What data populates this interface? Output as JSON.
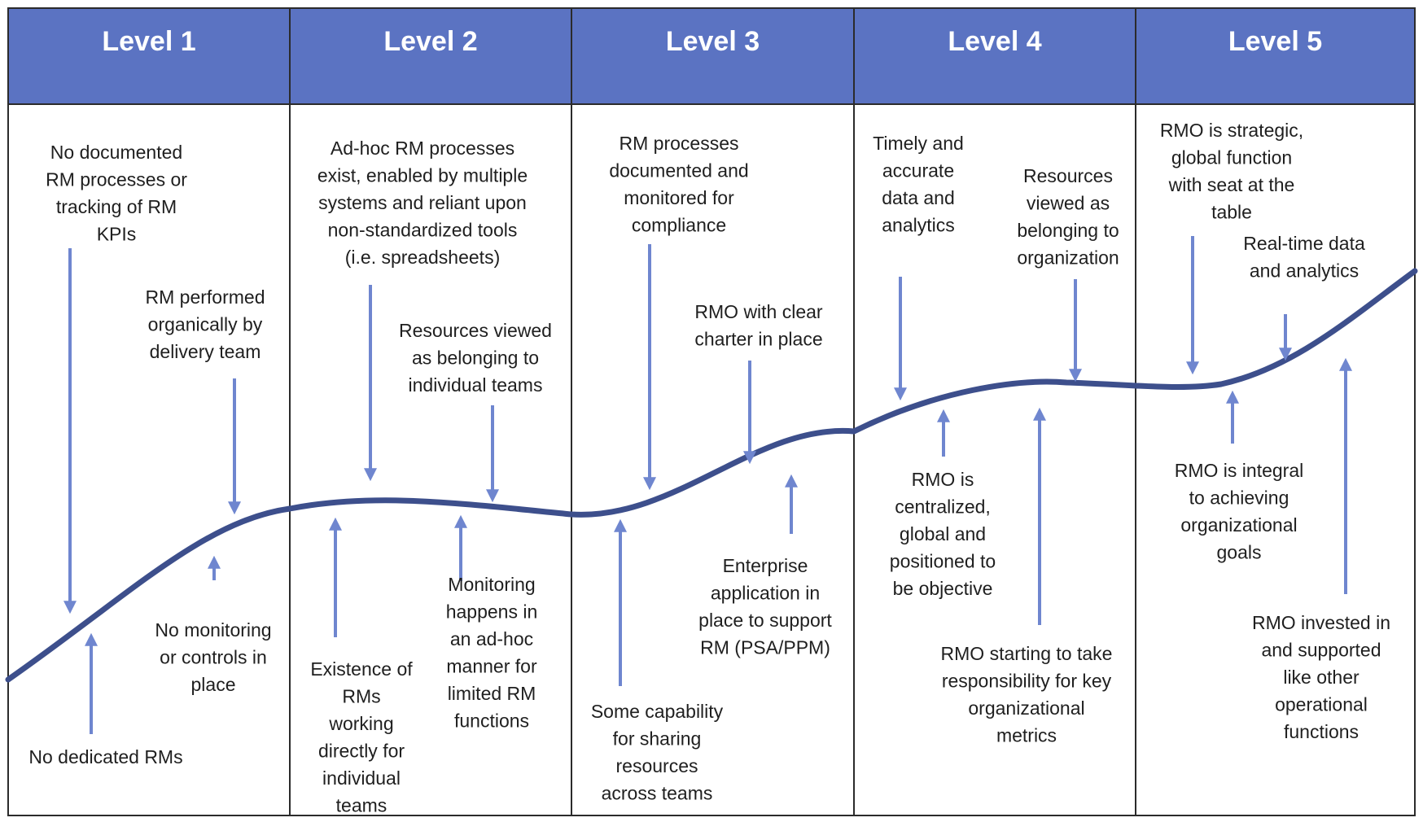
{
  "colors": {
    "header": "#5b73c2",
    "curve": "#3d4f8c",
    "arrow": "#6f86cf",
    "grid": "#2b2b2b"
  },
  "levels": [
    {
      "title": "Level 1"
    },
    {
      "title": "Level 2"
    },
    {
      "title": "Level 3"
    },
    {
      "title": "Level 4"
    },
    {
      "title": "Level 5"
    }
  ],
  "annotations": [
    {
      "lines": [
        "No documented",
        "RM processes or",
        "tracking of RM",
        "KPIs"
      ]
    },
    {
      "lines": [
        "RM performed",
        "organically by",
        "delivery team"
      ]
    },
    {
      "lines": [
        "No monitoring",
        "or controls in",
        "place"
      ]
    },
    {
      "lines": [
        "No dedicated RMs"
      ]
    },
    {
      "lines": [
        "Ad-hoc RM processes",
        "exist, enabled by multiple",
        "systems and reliant upon",
        "non-standardized tools",
        "(i.e. spreadsheets)"
      ]
    },
    {
      "lines": [
        "Resources viewed",
        "as belonging to",
        "individual teams"
      ]
    },
    {
      "lines": [
        "Existence of",
        "RMs",
        "working",
        "directly for",
        "individual",
        "teams"
      ]
    },
    {
      "lines": [
        "Monitoring",
        "happens in",
        "an ad-hoc",
        "manner for",
        "limited RM",
        "functions"
      ]
    },
    {
      "lines": [
        "RM processes",
        "documented and",
        "monitored for",
        "compliance"
      ]
    },
    {
      "lines": [
        "RMO with clear",
        "charter in place"
      ]
    },
    {
      "lines": [
        "Some capability",
        "for sharing",
        "resources",
        "across teams"
      ]
    },
    {
      "lines": [
        "Enterprise",
        "application in",
        "place to support",
        "RM (PSA/PPM)"
      ]
    },
    {
      "lines": [
        "Timely and",
        "accurate",
        "data and",
        "analytics"
      ]
    },
    {
      "lines": [
        "Resources",
        "viewed as",
        "belonging to",
        "organization"
      ]
    },
    {
      "lines": [
        "RMO is",
        "centralized,",
        "global and",
        "positioned to",
        "be objective"
      ]
    },
    {
      "lines": [
        "RMO starting to take",
        "responsibility for key",
        "organizational",
        "metrics"
      ]
    },
    {
      "lines": [
        "RMO is strategic,",
        "global function",
        "with seat at the",
        "table"
      ]
    },
    {
      "lines": [
        "Real-time data",
        "and analytics"
      ]
    },
    {
      "lines": [
        "RMO is integral",
        "to achieving",
        "organizational",
        "goals"
      ]
    },
    {
      "lines": [
        "RMO invested in",
        "and supported",
        "like other",
        "operational",
        "functions"
      ]
    }
  ]
}
